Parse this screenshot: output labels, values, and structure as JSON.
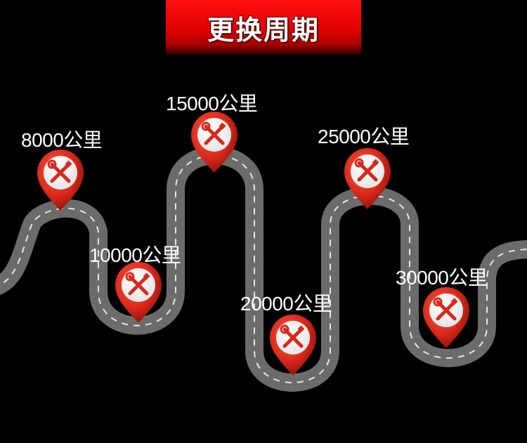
{
  "header": {
    "title": "更换周期"
  },
  "milestones": [
    {
      "label": "8000公里"
    },
    {
      "label": "10000公里"
    },
    {
      "label": "15000公里"
    },
    {
      "label": "20000公里"
    },
    {
      "label": "25000公里"
    },
    {
      "label": "30000公里"
    }
  ],
  "colors": {
    "banner": "#e00000",
    "road": "#6b6b6b",
    "road_center_line": "#e6e6e6",
    "pin": "#d8281a",
    "pin_inner": "#ffffff",
    "tool_icon": "#d8281a",
    "label": "#ffffff",
    "background": "#000000"
  },
  "icons": {
    "pin": "map-pin-icon",
    "tool": "wrench-screwdriver-icon"
  }
}
